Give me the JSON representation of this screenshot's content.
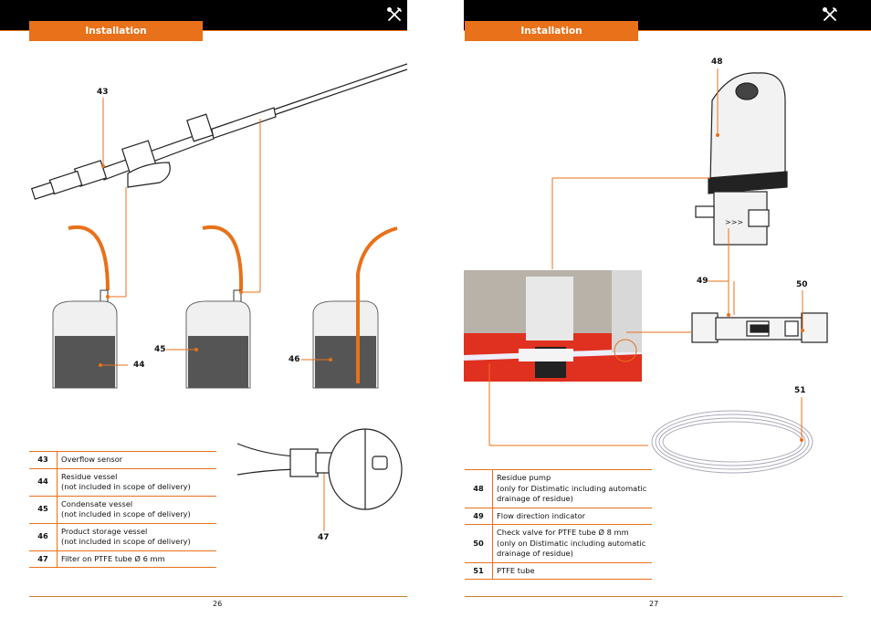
{
  "left_page": {
    "header_tab": "Installation",
    "callouts": {
      "c43": "43",
      "c44": "44",
      "c45": "45",
      "c46": "46",
      "c47": "47"
    },
    "parts": [
      {
        "num": "43",
        "line1": "Overflow sensor",
        "line2": ""
      },
      {
        "num": "44",
        "line1": "Residue vessel",
        "line2": "(not included in scope of delivery)"
      },
      {
        "num": "45",
        "line1": "Condensate vessel",
        "line2": "(not included in scope of delivery)"
      },
      {
        "num": "46",
        "line1": "Product storage vessel",
        "line2": "(not included in scope of delivery)"
      },
      {
        "num": "47",
        "line1": "Filter on PTFE tube Ø 6 mm",
        "line2": ""
      }
    ],
    "page_number": "26"
  },
  "right_page": {
    "header_tab": "Installation",
    "callouts": {
      "c48": "48",
      "c49": "49",
      "c50": "50",
      "c51": "51"
    },
    "parts": [
      {
        "num": "48",
        "line1": "Residue pump",
        "line2": "(only for Distimatic including automatic",
        "line3": "drainage of residue)"
      },
      {
        "num": "49",
        "line1": "Flow direction indicator",
        "line2": "",
        "line3": ""
      },
      {
        "num": "50",
        "line1": "Check valve for PTFE tube Ø 8 mm",
        "line2": "(only on Distimatic including automatic",
        "line3": "drainage of residue)"
      },
      {
        "num": "51",
        "line1": "PTFE tube",
        "line2": "",
        "line3": ""
      }
    ],
    "page_number": "27"
  },
  "icons": {
    "header_icon": "tools-icon"
  },
  "colors": {
    "accent": "#e8711a",
    "header_bg": "#000000",
    "liquid": "#555555"
  }
}
